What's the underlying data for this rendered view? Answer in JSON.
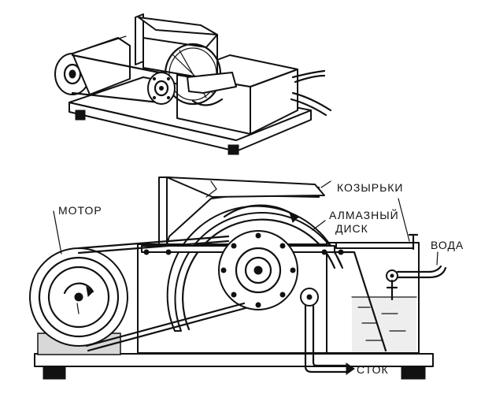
{
  "labels": {
    "motor": "МОТОР",
    "visors": "КОЗЫРЬКИ",
    "diamond_disc_line1": "АЛМАЗНЫЙ",
    "diamond_disc_line2": "ДИСК",
    "water": "ВОДА",
    "drain": "СТОК"
  },
  "colors": {
    "ink": "#111111",
    "paper": "#ffffff"
  }
}
